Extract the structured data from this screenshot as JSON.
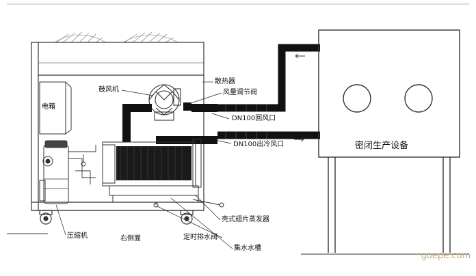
{
  "labels": {
    "electrical_box": "电箱",
    "blower": "鼓风机",
    "radiator": "散热器",
    "air_damper": "风量调节阀",
    "return_air": "DN100回风口",
    "supply_air": "DN100出冷风口",
    "sealed_equipment": "密闭生产设备",
    "shell_fin_evaporator": "壳式翅片蒸发器",
    "compressor": "压缩机",
    "right_side": "右侧面",
    "drain_valve": "定时排水阀",
    "water_tank": "集水水槽"
  },
  "watermark": "goepe.com"
}
